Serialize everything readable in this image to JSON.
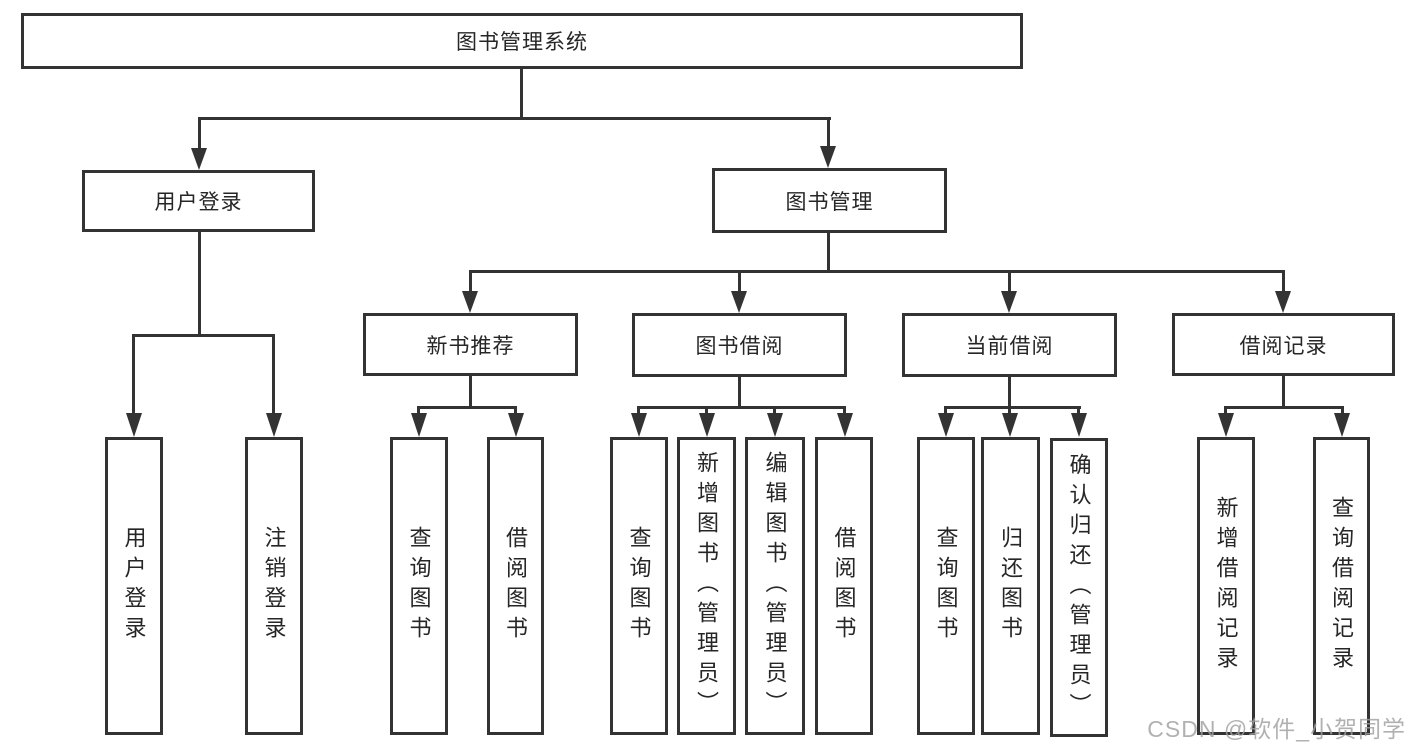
{
  "diagram": {
    "root": {
      "label": "图书管理系统"
    },
    "level2": [
      {
        "label": "用户登录",
        "children": [
          {
            "label": "用户登录"
          },
          {
            "label": "注销登录"
          }
        ]
      },
      {
        "label": "图书管理",
        "children": [
          {
            "label": "新书推荐",
            "children": [
              {
                "label": "查询图书"
              },
              {
                "label": "借阅图书"
              }
            ]
          },
          {
            "label": "图书借阅",
            "children": [
              {
                "label": "查询图书"
              },
              {
                "label": "新增图书（管理员）"
              },
              {
                "label": "编辑图书（管理员）"
              },
              {
                "label": "借阅图书"
              }
            ]
          },
          {
            "label": "当前借阅",
            "children": [
              {
                "label": "查询图书"
              },
              {
                "label": "归还图书"
              },
              {
                "label": "确认归还（管理员）"
              }
            ]
          },
          {
            "label": "借阅记录",
            "children": [
              {
                "label": "新增借阅记录"
              },
              {
                "label": "查询借阅记录"
              }
            ]
          }
        ]
      }
    ]
  },
  "watermark": {
    "text": "CSDN @软件_小贺同学"
  },
  "colors": {
    "line": "#333333",
    "text": "#262626",
    "watermark": "#a0a0a0"
  }
}
